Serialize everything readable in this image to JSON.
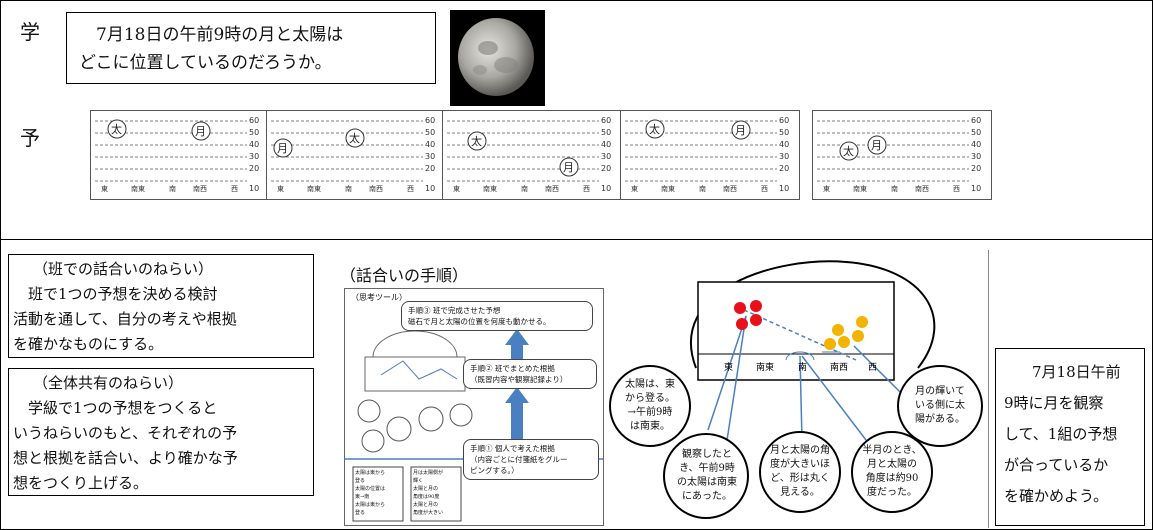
{
  "labels": {
    "gaku": "学",
    "yo": "予"
  },
  "question": {
    "line1": "7月18日の午前9時の月と太陽は",
    "line2": "どこに位置しているのだろうか。"
  },
  "prediction_cards": {
    "scale": [
      "60",
      "50",
      "40",
      "30",
      "20",
      "10"
    ],
    "directions": [
      "東",
      "南東",
      "南",
      "南西",
      "西"
    ],
    "sun": "太",
    "moon": "月"
  },
  "aim_group": {
    "title": "（班での話合いのねらい）",
    "lines": [
      "班で1つの予想を決める検討",
      "活動を通して、自分の考えや根拠",
      "を確かなものにする。"
    ]
  },
  "aim_class": {
    "title": "（全体共有のねらい）",
    "lines": [
      "学級で1つの予想をつくると",
      "いうねらいのもと、それぞれの予",
      "想と根拠を話合い、より確かな予",
      "想をつくり上げる。"
    ]
  },
  "procedure": {
    "title": "（話合いの手順）",
    "tool": "（思考ツール）",
    "step3": [
      "手順③ 班で完成させた予想",
      "磁石で月と太陽の位置を何度も動かせる。"
    ],
    "step2": [
      "手順② 班でまとめた根拠",
      "（既習内容や観察記録より）"
    ],
    "step1": [
      "手順① 個人で考えた根拠",
      "（内容ごとに付箋紙をグルー",
      "ピングする。）"
    ],
    "memo_left": [
      "太陽は東から",
      "登る",
      "太陽の位置は",
      "東→南",
      "太陽は東から",
      "登る"
    ],
    "memo_right": [
      "月は太陽側が",
      "輝く",
      "太陽と月の",
      "角度は90度",
      "太陽と月の",
      "角度が大きい"
    ]
  },
  "sky": {
    "directions": [
      "東",
      "南東",
      "南",
      "南西",
      "西"
    ],
    "c1": [
      "太陽は、東",
      "から登る。",
      "→午前9時",
      "は南東。"
    ],
    "c2": [
      "観察したと",
      "き、午前9時",
      "の太陽は南東",
      "にあった。"
    ],
    "c3": [
      "月と太陽の角",
      "度が大きいほ",
      "ど、形は丸く",
      "見える。"
    ],
    "c4": [
      "半月のとき、",
      "月と太陽の",
      "角度は約90",
      "度だった。"
    ],
    "c5": [
      "月の輝いて",
      "いる側に太",
      "陽がある。"
    ]
  },
  "confirm": {
    "lines": [
      "7月18日午前",
      "9時に月を観察",
      "して、1組の予想",
      "が合っているか",
      "を確かめよう。"
    ]
  },
  "colors": {
    "sun_dots": "#e8101a",
    "moon_dots": "#f2b400",
    "arrow": "#4a7fc1"
  }
}
